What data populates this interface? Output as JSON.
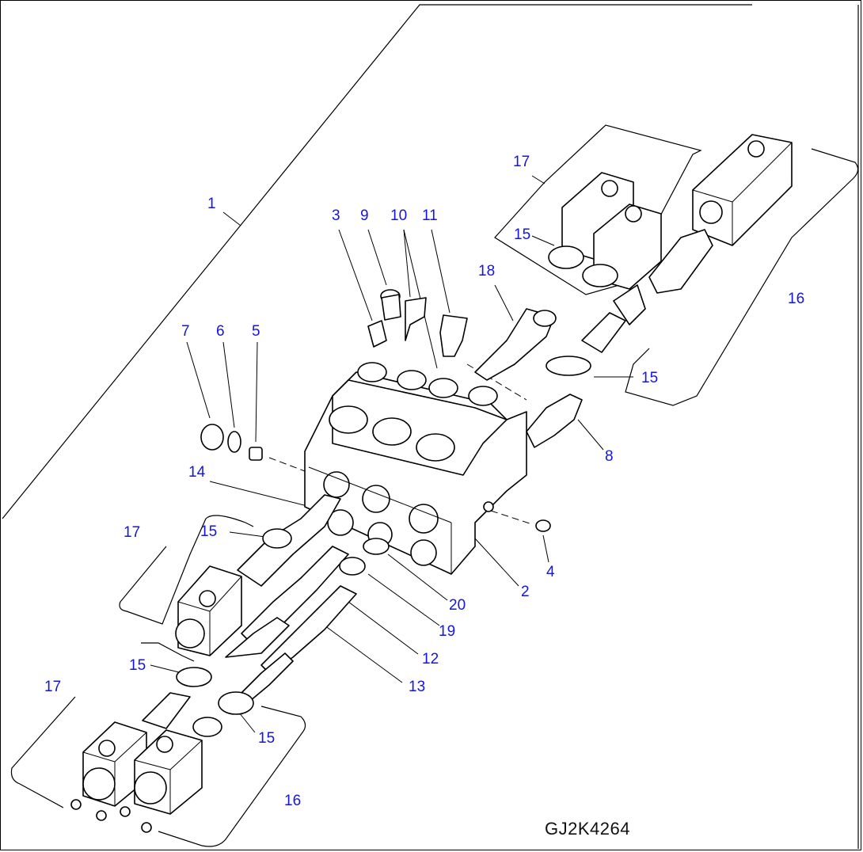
{
  "drawing_code": "GJ2K4264",
  "callouts": [
    {
      "id": "c1",
      "text": "1"
    },
    {
      "id": "c2",
      "text": "2"
    },
    {
      "id": "c3",
      "text": "3"
    },
    {
      "id": "c4",
      "text": "4"
    },
    {
      "id": "c5",
      "text": "5"
    },
    {
      "id": "c6",
      "text": "6"
    },
    {
      "id": "c7",
      "text": "7"
    },
    {
      "id": "c8",
      "text": "8"
    },
    {
      "id": "c9",
      "text": "9"
    },
    {
      "id": "c10",
      "text": "10"
    },
    {
      "id": "c11",
      "text": "11"
    },
    {
      "id": "c12",
      "text": "12"
    },
    {
      "id": "c13",
      "text": "13"
    },
    {
      "id": "c14",
      "text": "14"
    },
    {
      "id": "c15a",
      "text": "15"
    },
    {
      "id": "c15b",
      "text": "15"
    },
    {
      "id": "c15c",
      "text": "15"
    },
    {
      "id": "c15d",
      "text": "15"
    },
    {
      "id": "c15e",
      "text": "15"
    },
    {
      "id": "c16a",
      "text": "16"
    },
    {
      "id": "c16b",
      "text": "16"
    },
    {
      "id": "c17a",
      "text": "17"
    },
    {
      "id": "c17b",
      "text": "17"
    },
    {
      "id": "c17c",
      "text": "17"
    },
    {
      "id": "c18",
      "text": "18"
    },
    {
      "id": "c19",
      "text": "19"
    },
    {
      "id": "c20",
      "text": "20"
    }
  ]
}
